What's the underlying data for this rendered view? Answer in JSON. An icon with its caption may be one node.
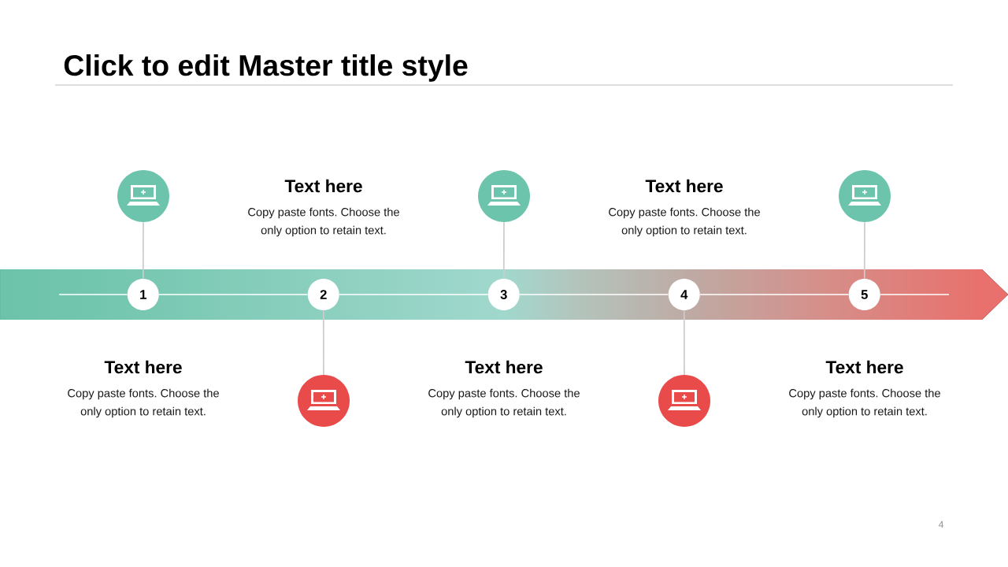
{
  "diagram": {
    "title": "Click to edit Master title style",
    "nodes": [
      {
        "text": [],
        "shape": "bar"
      },
      {
        "text": [
          "1"
        ],
        "in": 0,
        "beside": [
          "Text here",
          "Copy paste fonts. Choose the only option to retain text."
        ]
      },
      {
        "text": [
          "2"
        ],
        "in": 0,
        "beside": [
          "Text here",
          "Copy paste fonts. Choose the only option to retain text."
        ]
      },
      {
        "text": [
          "3"
        ],
        "in": 0,
        "beside": [
          "Text here",
          "Copy paste fonts. Choose the only option to retain text."
        ]
      },
      {
        "text": [
          "4"
        ],
        "in": 0,
        "beside": [
          "Text here",
          "Copy paste fonts. Choose the only option to retain text."
        ]
      },
      {
        "text": [
          "5"
        ],
        "in": 0,
        "beside": [
          "Text here",
          "Copy paste fonts. Choose the only option to retain text."
        ]
      },
      {
        "text": [],
        "shape": "circle"
      },
      {
        "text": [],
        "shape": "circle"
      },
      {
        "text": [],
        "shape": "circle"
      },
      {
        "text": [],
        "shape": "circle"
      },
      {
        "text": [],
        "shape": "circle"
      }
    ],
    "edges": [
      {
        "from": 6,
        "to": 1,
        "arrow": "none",
        "color": "#cccccc"
      },
      {
        "from": 2,
        "to": 7,
        "arrow": "none",
        "color": "#cccccc"
      },
      {
        "from": 8,
        "to": 3,
        "arrow": "none",
        "color": "#cccccc"
      },
      {
        "from": 4,
        "to": 9,
        "arrow": "none",
        "color": "#cccccc"
      },
      {
        "from": 10,
        "to": 5,
        "arrow": "none",
        "color": "#cccccc"
      },
      {
        "from": null,
        "to": 1,
        "arrow": "none"
      },
      {
        "from": 1,
        "to": 2,
        "arrow": "none"
      },
      {
        "from": 2,
        "to": 3,
        "arrow": "none"
      },
      {
        "from": 3,
        "to": 4,
        "arrow": "none"
      },
      {
        "from": 4,
        "to": 5,
        "arrow": "none"
      },
      {
        "from": 5,
        "to": null,
        "arrow": "none"
      }
    ],
    "labels": [
      "4"
    ]
  }
}
